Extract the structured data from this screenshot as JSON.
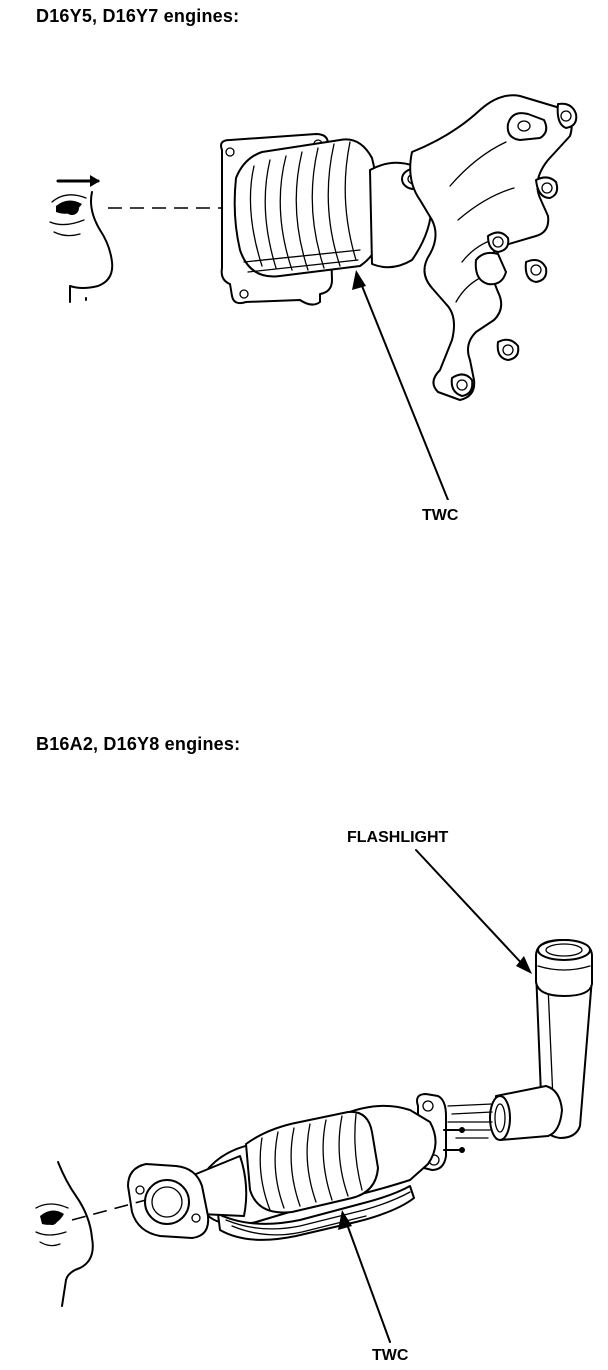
{
  "sections": [
    {
      "heading": "D16Y5, D16Y7 engines:",
      "callouts": [
        {
          "label": "TWC"
        }
      ]
    },
    {
      "heading": "B16A2, D16Y8 engines:",
      "callouts": [
        {
          "label": "FLASHLIGHT"
        },
        {
          "label": "TWC"
        }
      ]
    }
  ]
}
